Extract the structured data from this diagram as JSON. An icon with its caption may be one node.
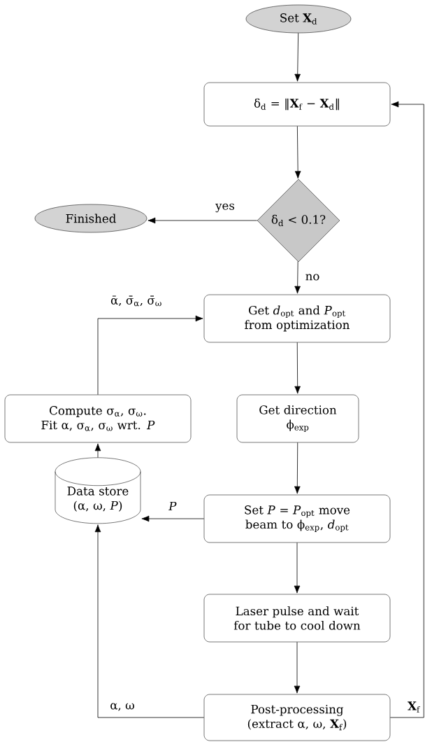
{
  "diagram": {
    "nodes": [
      {
        "text": [
          "Set **X**$_{d}$"
        ]
      },
      {
        "text": [
          "δ$_{d}$ = ‖**X**$_{f}$ − **X**$_{d}$‖"
        ]
      },
      {
        "text": [
          "δ$_{d}$ < 0.1?"
        ]
      },
      {
        "text": [
          "Finished"
        ]
      },
      {
        "text": [
          "Get *d*$_{opt}$ and *P*$_{opt}$ from optimization"
        ]
      },
      {
        "text": [
          "Compute σ$_{α}$, σ$_{ω}$. Fit α, σ$_{α}$, σ$_{ω}$ wrt. *P*"
        ]
      },
      {
        "text": [
          "Get direction ϕ$_{exp}$"
        ]
      },
      {
        "text": [
          "Data store (α, ω, *P*)"
        ]
      },
      {
        "text": [
          "Set *P* = *P*$_{opt}$ move beam to ϕ$_{exp}$, *d*$_{opt}$"
        ]
      },
      {
        "text": [
          "Laser pulse and wait for tube to cool down"
        ]
      },
      {
        "text": [
          "Post-processing (extract α, ω, **X**$_{f}$)"
        ]
      }
    ],
    "edges": [
      {
        "from": 0,
        "to": 1,
        "arrow": "to"
      },
      {
        "from": 1,
        "to": 2,
        "arrow": "to"
      },
      {
        "from": 2,
        "to": 3,
        "arrow": "to",
        "label": "yes"
      },
      {
        "from": 2,
        "to": 4,
        "arrow": "to",
        "label": "no"
      },
      {
        "from": 4,
        "to": 6,
        "arrow": "to"
      },
      {
        "from": 6,
        "to": 8,
        "arrow": "to"
      },
      {
        "from": 8,
        "to": 7,
        "arrow": "to",
        "label": "*P*"
      },
      {
        "from": 8,
        "to": 9,
        "arrow": "to"
      },
      {
        "from": 9,
        "to": 10,
        "arrow": "to"
      },
      {
        "from": 10,
        "to": 7,
        "arrow": "to",
        "label": "α, ω"
      },
      {
        "from": 7,
        "to": 5,
        "arrow": "to"
      },
      {
        "from": 5,
        "to": 4,
        "arrow": "to",
        "label": "ᾱ, σ̄$_{α}$, σ̄$_{ω}$"
      },
      {
        "from": 10,
        "to": 1,
        "arrow": "to",
        "label": "**X**$_{f}$"
      }
    ]
  }
}
